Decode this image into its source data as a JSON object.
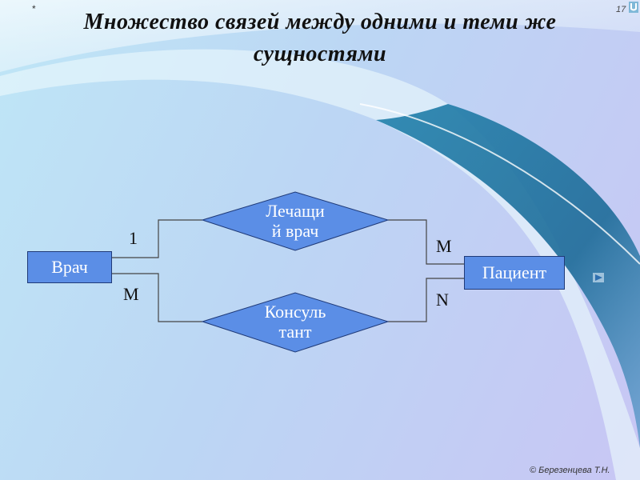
{
  "slide": {
    "title_line1": "Множество связей между одними и теми же",
    "title_line2": "сущностями",
    "asterisk": "*",
    "page_number": "17",
    "copyright": "© Березенцева Т.Н."
  },
  "diagram": {
    "entities": {
      "doctor": "Врач",
      "patient": "Пациент"
    },
    "relationships": {
      "treating_doctor": {
        "line1": "Лечащи",
        "line2": "й врач"
      },
      "consultant": {
        "line1": "Консуль",
        "line2": "тант"
      }
    },
    "cardinalities": {
      "doctor_treating": "1",
      "treating_patient": "M",
      "doctor_consultant": "M",
      "consultant_patient": "N"
    }
  },
  "icons": {
    "corner": "u-icon",
    "nav": "play-arrow-icon"
  },
  "colors": {
    "shape_fill": "#5b8ee6",
    "shape_border": "#1f3a78",
    "swoosh_dark": "#1f6f9a",
    "swoosh_light": "#e9f6fb"
  }
}
